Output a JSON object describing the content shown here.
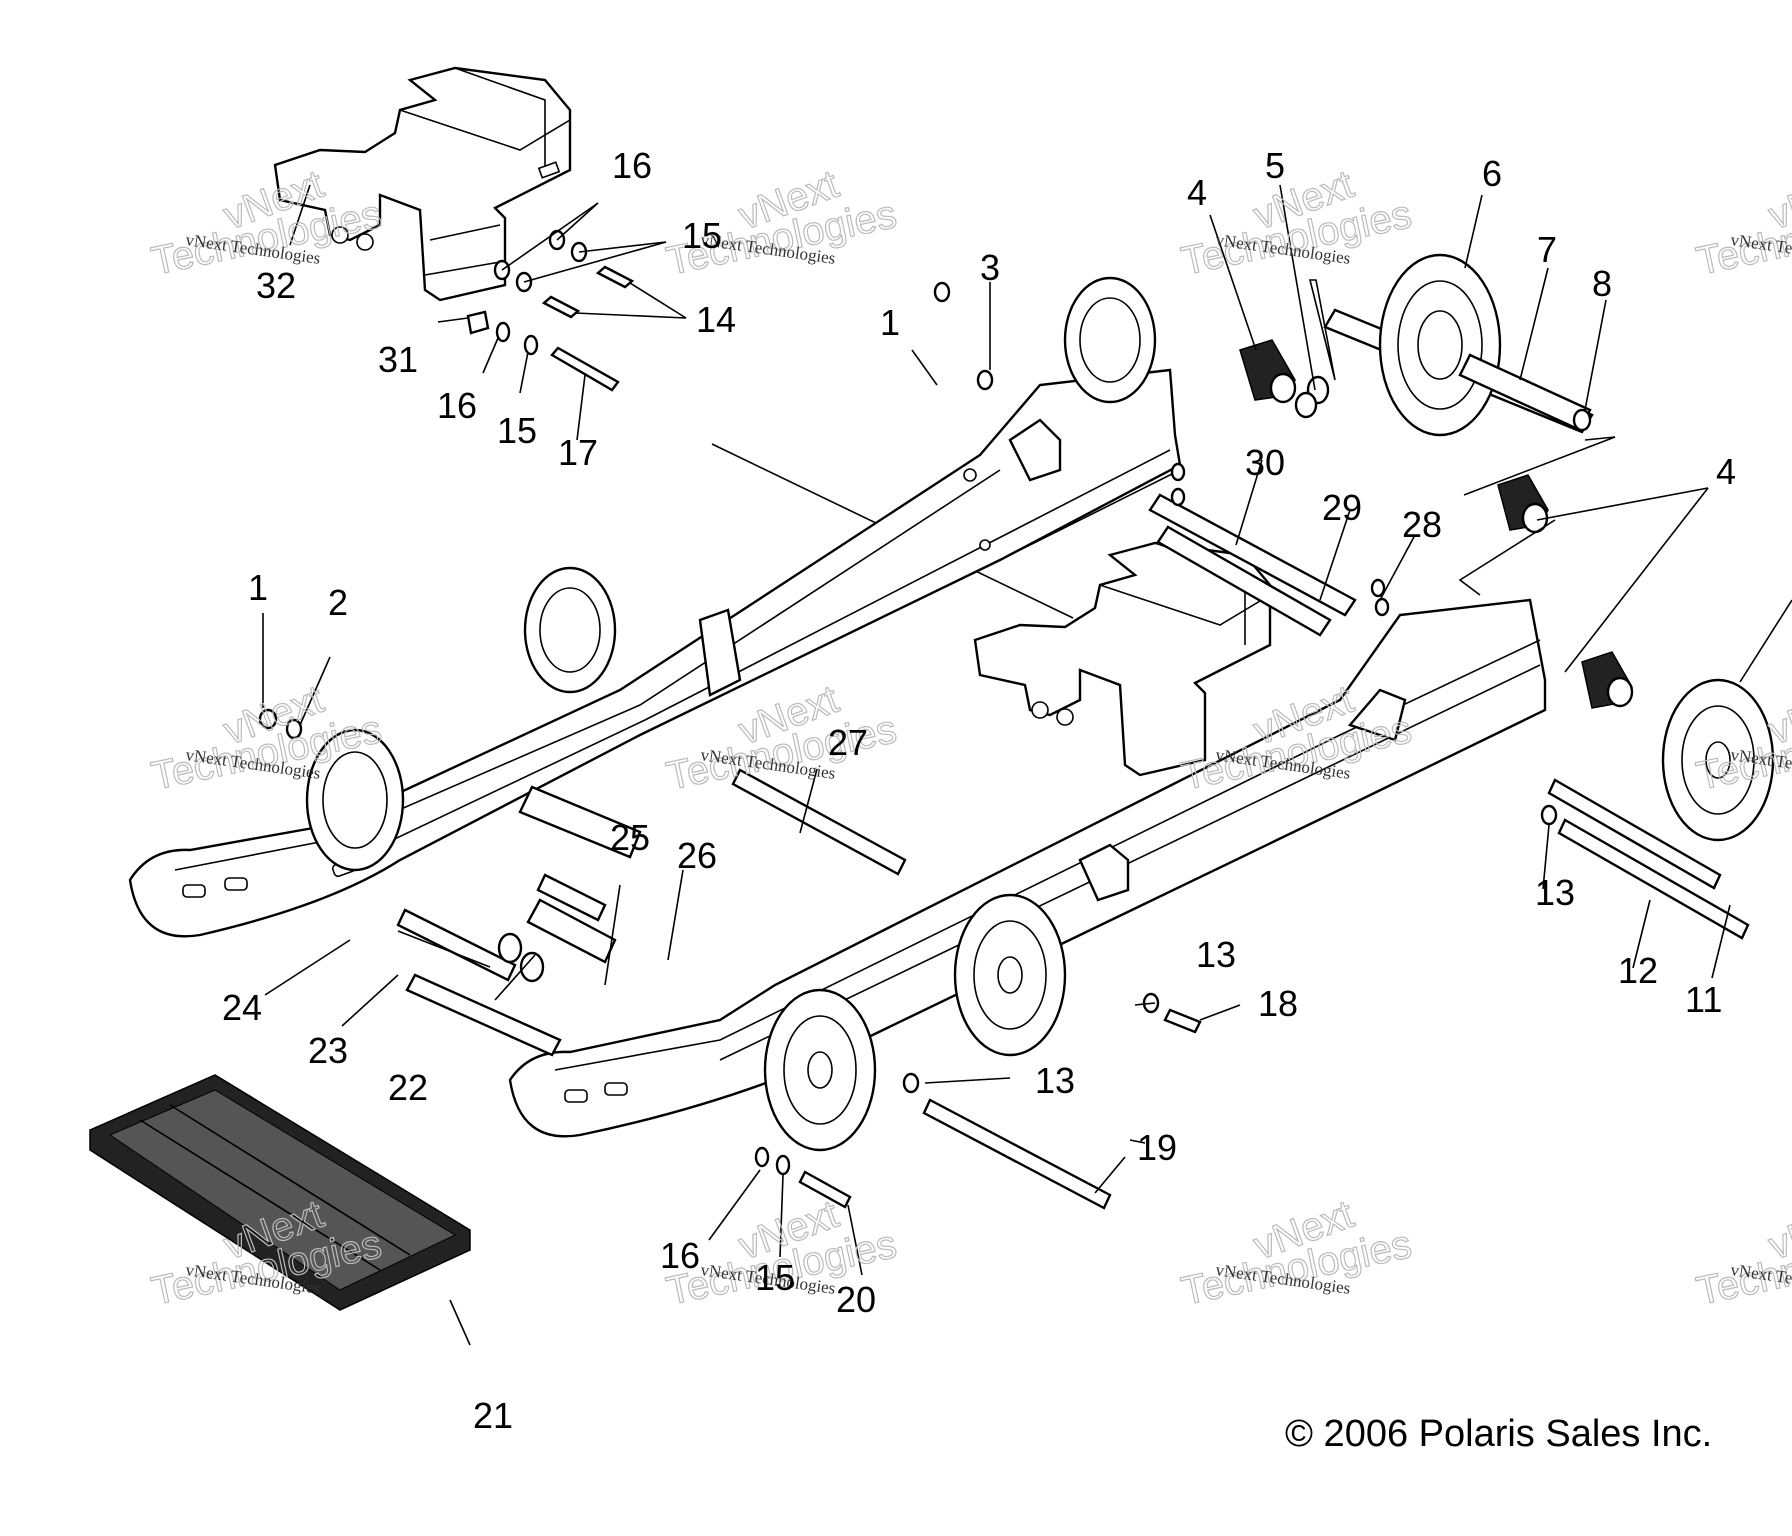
{
  "diagram": {
    "title": "Rear Suspension Exploded View",
    "copyright": "© 2006 Polaris Sales Inc.",
    "watermark": {
      "small": "vNext Technologies",
      "large_line1": "vNext",
      "large_line2": "Technologies"
    },
    "callouts": [
      {
        "id": "c1a",
        "text": "1"
      },
      {
        "id": "c1b",
        "text": "1"
      },
      {
        "id": "c2",
        "text": "2"
      },
      {
        "id": "c3",
        "text": "3"
      },
      {
        "id": "c4a",
        "text": "4"
      },
      {
        "id": "c4b",
        "text": "4"
      },
      {
        "id": "c5",
        "text": "5"
      },
      {
        "id": "c6",
        "text": "6"
      },
      {
        "id": "c7",
        "text": "7"
      },
      {
        "id": "c8",
        "text": "8"
      },
      {
        "id": "c11",
        "text": "11"
      },
      {
        "id": "c12",
        "text": "12"
      },
      {
        "id": "c13a",
        "text": "13"
      },
      {
        "id": "c13b",
        "text": "13"
      },
      {
        "id": "c13c",
        "text": "13"
      },
      {
        "id": "c14",
        "text": "14"
      },
      {
        "id": "c15a",
        "text": "15"
      },
      {
        "id": "c15b",
        "text": "15"
      },
      {
        "id": "c15c",
        "text": "15"
      },
      {
        "id": "c16a",
        "text": "16"
      },
      {
        "id": "c16b",
        "text": "16"
      },
      {
        "id": "c16c",
        "text": "16"
      },
      {
        "id": "c17",
        "text": "17"
      },
      {
        "id": "c18",
        "text": "18"
      },
      {
        "id": "c19",
        "text": "19"
      },
      {
        "id": "c20",
        "text": "20"
      },
      {
        "id": "c21",
        "text": "21"
      },
      {
        "id": "c22",
        "text": "22"
      },
      {
        "id": "c23",
        "text": "23"
      },
      {
        "id": "c24",
        "text": "24"
      },
      {
        "id": "c25",
        "text": "25"
      },
      {
        "id": "c26",
        "text": "26"
      },
      {
        "id": "c27",
        "text": "27"
      },
      {
        "id": "c28",
        "text": "28"
      },
      {
        "id": "c29",
        "text": "29"
      },
      {
        "id": "c30",
        "text": "30"
      },
      {
        "id": "c31",
        "text": "31"
      },
      {
        "id": "c32",
        "text": "32"
      }
    ]
  }
}
